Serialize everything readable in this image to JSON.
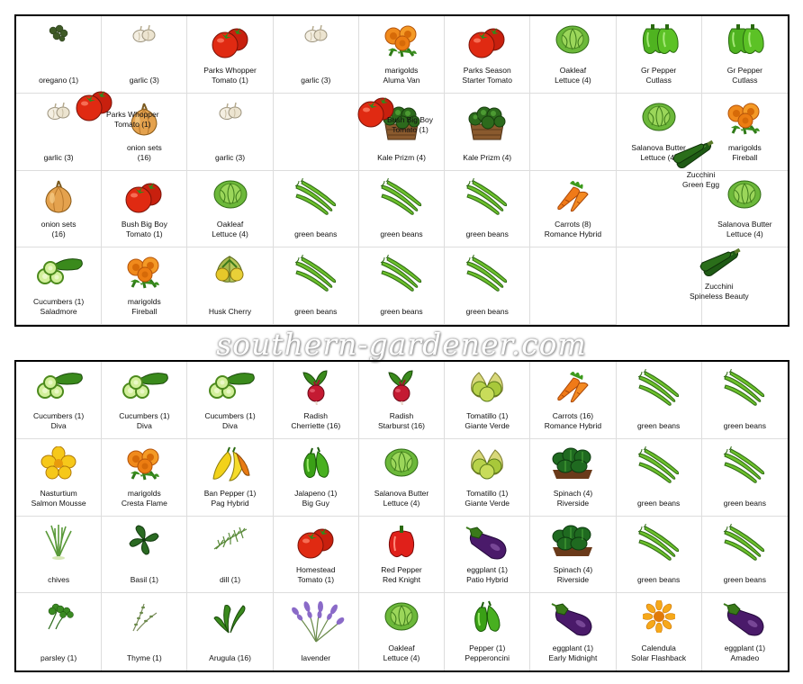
{
  "watermark": "southern-gardener.com",
  "bed1": [
    {
      "icon": "oregano",
      "label": [
        "oregano (1)"
      ]
    },
    {
      "icon": "garlic",
      "label": [
        "garlic (3)"
      ]
    },
    {
      "icon": "tomato",
      "label": [
        "Parks Whopper",
        "Tomato (1)"
      ]
    },
    {
      "icon": "garlic",
      "label": [
        "garlic (3)"
      ]
    },
    {
      "icon": "marigold",
      "label": [
        "marigolds",
        "Aluma Van"
      ]
    },
    {
      "icon": "tomato",
      "label": [
        "Parks Season",
        "Starter Tomato"
      ]
    },
    {
      "icon": "lettuce",
      "label": [
        "Oakleaf",
        "Lettuce (4)"
      ]
    },
    {
      "icon": "pepper",
      "label": [
        "Gr Pepper",
        "Cutlass"
      ]
    },
    {
      "icon": "pepper",
      "label": [
        "Gr Pepper",
        "Cutlass"
      ]
    },
    {
      "icon": "garlic",
      "label": [
        "garlic (3)"
      ]
    },
    {
      "icon": "onion",
      "label": [
        "onion sets",
        "(16)"
      ]
    },
    {
      "icon": "garlic",
      "label": [
        "garlic (3)"
      ]
    },
    {
      "icon": "none",
      "label": []
    },
    {
      "icon": "kale",
      "label": [
        "Kale Prizm (4)"
      ]
    },
    {
      "icon": "kale",
      "label": [
        "Kale Prizm (4)"
      ]
    },
    {
      "icon": "none",
      "label": []
    },
    {
      "icon": "lettuce",
      "label": [
        "Salanova Butter",
        "Lettuce (4)"
      ]
    },
    {
      "icon": "marigold",
      "label": [
        "marigolds",
        "Fireball"
      ]
    },
    {
      "icon": "onion",
      "label": [
        "onion sets",
        "(16)"
      ]
    },
    {
      "icon": "tomato",
      "label": [
        "Bush Big Boy",
        "Tomato (1)"
      ]
    },
    {
      "icon": "lettuce",
      "label": [
        "Oakleaf",
        "Lettuce (4)"
      ]
    },
    {
      "icon": "beans",
      "label": [
        "green beans"
      ]
    },
    {
      "icon": "beans",
      "label": [
        "green beans"
      ]
    },
    {
      "icon": "beans",
      "label": [
        "green beans"
      ]
    },
    {
      "icon": "carrot",
      "label": [
        "Carrots (8)",
        "Romance Hybrid"
      ]
    },
    {
      "icon": "none",
      "label": []
    },
    {
      "icon": "lettuce",
      "label": [
        "Salanova Butter",
        "Lettuce (4)"
      ]
    },
    {
      "icon": "cucumber",
      "label": [
        "Cucumbers (1)",
        "Saladmore"
      ]
    },
    {
      "icon": "marigold",
      "label": [
        "marigolds",
        "Fireball"
      ]
    },
    {
      "icon": "huskcherry",
      "label": [
        "Husk Cherry"
      ]
    },
    {
      "icon": "beans",
      "label": [
        "green beans"
      ]
    },
    {
      "icon": "beans",
      "label": [
        "green beans"
      ]
    },
    {
      "icon": "beans",
      "label": [
        "green beans"
      ]
    },
    {
      "icon": "none",
      "label": []
    },
    {
      "icon": "none",
      "label": []
    }
  ],
  "bed1_overlays": [
    {
      "icon": "tomato",
      "label": [
        "Parks Whopper",
        "Tomato (1)"
      ]
    },
    {
      "icon": "tomato",
      "label": [
        "Bush Big Boy",
        "Tomato (1)"
      ]
    },
    {
      "icon": "zucchini",
      "label": [
        "Zucchini",
        "Green Egg"
      ]
    },
    {
      "icon": "zucchini",
      "label": [
        "Zucchini",
        "Spineless Beauty"
      ]
    }
  ],
  "bed2": [
    {
      "icon": "cucumber",
      "label": [
        "Cucumbers (1)",
        "Diva"
      ]
    },
    {
      "icon": "cucumber",
      "label": [
        "Cucumbers (1)",
        "Diva"
      ]
    },
    {
      "icon": "cucumber",
      "label": [
        "Cucumbers (1)",
        "Diva"
      ]
    },
    {
      "icon": "radish",
      "label": [
        "Radish",
        "Cherriette (16)"
      ]
    },
    {
      "icon": "radish",
      "label": [
        "Radish",
        "Starburst (16)"
      ]
    },
    {
      "icon": "tomatillo",
      "label": [
        "Tomatillo (1)",
        "Giante Verde"
      ]
    },
    {
      "icon": "carrot",
      "label": [
        "Carrots (16)",
        "Romance Hybrid"
      ]
    },
    {
      "icon": "beans",
      "label": [
        "green beans"
      ]
    },
    {
      "icon": "beans",
      "label": [
        "green beans"
      ]
    },
    {
      "icon": "nasturtium",
      "label": [
        "Nasturtium",
        "Salmon Mousse"
      ]
    },
    {
      "icon": "marigold",
      "label": [
        "marigolds",
        "Cresta Flame"
      ]
    },
    {
      "icon": "banpepper",
      "label": [
        "Ban Pepper (1)",
        "Pag Hybrid"
      ]
    },
    {
      "icon": "jalapeno",
      "label": [
        "Jalapeno (1)",
        "Big Guy"
      ]
    },
    {
      "icon": "lettuce",
      "label": [
        "Salanova Butter",
        "Lettuce (4)"
      ]
    },
    {
      "icon": "tomatillo",
      "label": [
        "Tomatillo (1)",
        "Giante Verde"
      ]
    },
    {
      "icon": "spinach",
      "label": [
        "Spinach (4)",
        "Riverside"
      ]
    },
    {
      "icon": "beans",
      "label": [
        "green beans"
      ]
    },
    {
      "icon": "beans",
      "label": [
        "green beans"
      ]
    },
    {
      "icon": "chives",
      "label": [
        "chives"
      ]
    },
    {
      "icon": "basil",
      "label": [
        "Basil (1)"
      ]
    },
    {
      "icon": "dill",
      "label": [
        "dill (1)"
      ]
    },
    {
      "icon": "tomato",
      "label": [
        "Homestead",
        "Tomato (1)"
      ]
    },
    {
      "icon": "redpepper",
      "label": [
        "Red Pepper",
        "Red Knight"
      ]
    },
    {
      "icon": "eggplant",
      "label": [
        "eggplant (1)",
        "Patio Hybrid"
      ]
    },
    {
      "icon": "spinach",
      "label": [
        "Spinach (4)",
        "Riverside"
      ]
    },
    {
      "icon": "beans",
      "label": [
        "green beans"
      ]
    },
    {
      "icon": "beans",
      "label": [
        "green beans"
      ]
    },
    {
      "icon": "parsley",
      "label": [
        "parsley (1)"
      ]
    },
    {
      "icon": "thyme",
      "label": [
        "Thyme (1)"
      ]
    },
    {
      "icon": "arugula",
      "label": [
        "Arugula (16)"
      ]
    },
    {
      "icon": "lavender",
      "label": [
        "lavender"
      ]
    },
    {
      "icon": "lettuce",
      "label": [
        "Oakleaf",
        "Lettuce (4)"
      ]
    },
    {
      "icon": "jalapeno",
      "label": [
        "Pepper (1)",
        "Pepperoncini"
      ]
    },
    {
      "icon": "eggplant",
      "label": [
        "eggplant (1)",
        "Early Midnight"
      ]
    },
    {
      "icon": "calendula",
      "label": [
        "Calendula",
        "Solar Flashback"
      ]
    },
    {
      "icon": "eggplant",
      "label": [
        "eggplant (1)",
        "Amadeo"
      ]
    }
  ]
}
